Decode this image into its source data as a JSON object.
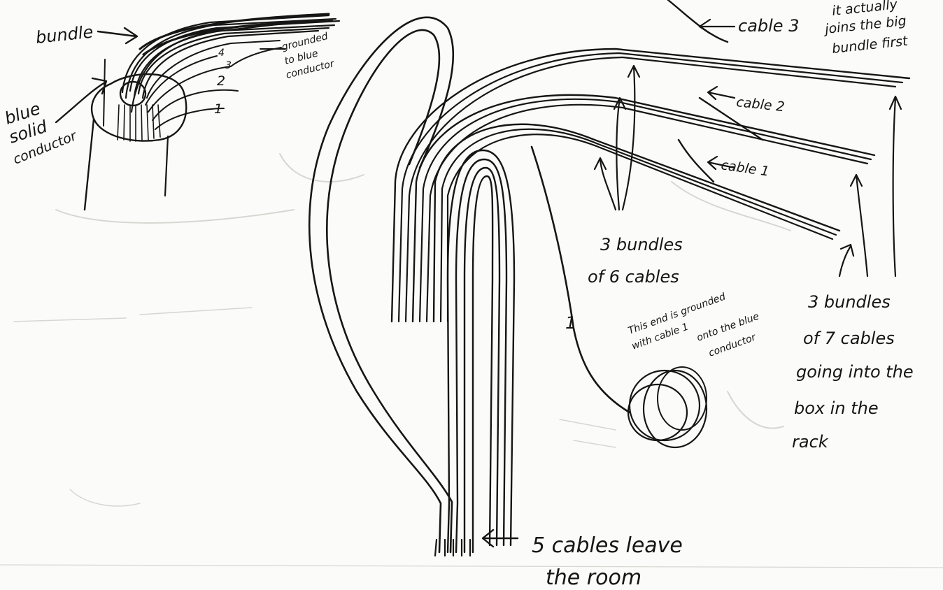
{
  "labels": {
    "bundle": "bundle",
    "blue_solid_conductor": [
      "blue",
      "solid",
      "conductor"
    ],
    "grounded_to_blue_conductor": [
      "grounded",
      "to blue",
      "conductor"
    ],
    "left_wire_numbers": [
      "1",
      "2",
      "3",
      "4"
    ],
    "cable_3": "cable 3",
    "actually_joins_note": [
      "it actually",
      "joins the big",
      "bundle first"
    ],
    "cable_2": "cable 2",
    "cable_1": "cable 1",
    "bundles_of_6": [
      "3 bundles",
      "of 6 cables"
    ],
    "bundles_of_7": [
      "3 bundles",
      "of 7 cables",
      "going into the",
      "box in the",
      "rack"
    ],
    "grounded_end_note": [
      "This end is grounded",
      "with cable 1",
      "onto the blue",
      "conductor"
    ],
    "wire_number_1": "1",
    "cables_leave": [
      "5 cables leave",
      "the room"
    ]
  }
}
